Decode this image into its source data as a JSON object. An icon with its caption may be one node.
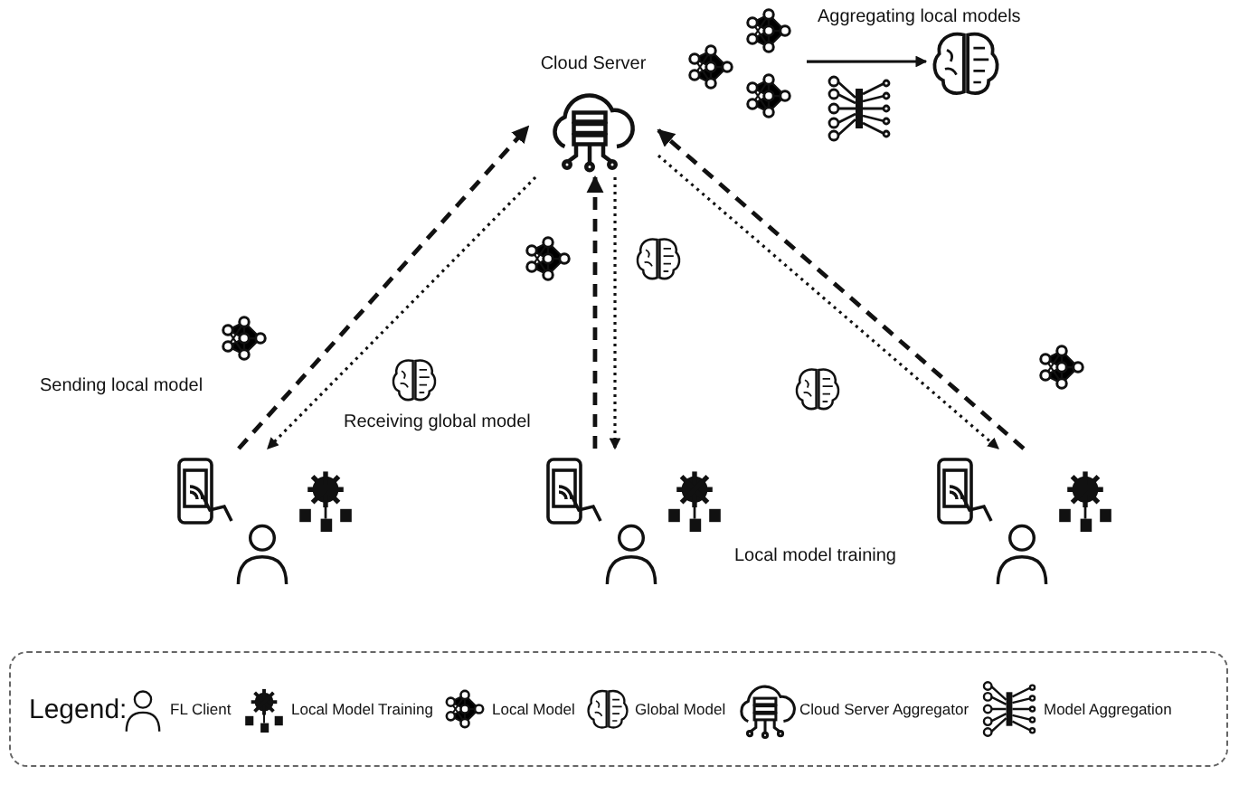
{
  "diagram": {
    "nodes": [
      {
        "text": [
          "Cloud Server"
        ]
      },
      {
        "text": [],
        "shape": "person"
      },
      {
        "text": [],
        "shape": "person"
      },
      {
        "text": [],
        "shape": "person"
      },
      {
        "text": [],
        "shape": "network"
      },
      {
        "text": [],
        "shape": "brain"
      }
    ],
    "edges": [
      {
        "from": 1,
        "to": 0,
        "arrow": "to",
        "style": "dashed"
      },
      {
        "from": 0,
        "to": 1,
        "arrow": "to",
        "style": "dashed"
      },
      {
        "from": 2,
        "to": 0,
        "arrow": "to",
        "style": "dashed"
      },
      {
        "from": 0,
        "to": 2,
        "arrow": "to",
        "style": "dashed"
      },
      {
        "from": 3,
        "to": 0,
        "arrow": "to",
        "style": "dashed"
      },
      {
        "from": 0,
        "to": 3,
        "arrow": "to",
        "style": "dashed"
      },
      {
        "from": 4,
        "to": 5,
        "arrow": "to",
        "label": "Aggregating local models"
      }
    ],
    "labels": [
      "Sending local model",
      "Receiving global model",
      "Local model training",
      "Legend:"
    ],
    "legend": [
      {
        "text": "FL Client"
      },
      {
        "text": "Local Model Training"
      },
      {
        "text": "Local Model"
      },
      {
        "text": "Global Model"
      },
      {
        "text": "Cloud Server Aggregator"
      },
      {
        "text": "Model Aggregation"
      }
    ]
  }
}
